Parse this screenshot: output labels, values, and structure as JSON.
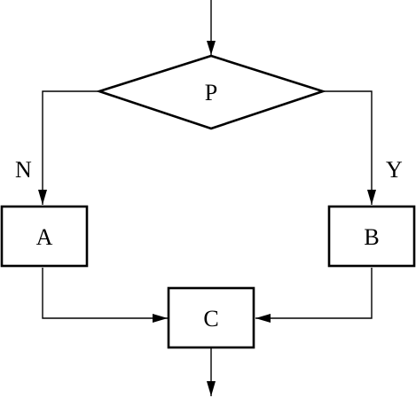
{
  "decision": {
    "label": "P"
  },
  "branches": {
    "no_label": "N",
    "yes_label": "Y"
  },
  "process_a": {
    "label": "A"
  },
  "process_b": {
    "label": "B"
  },
  "process_c": {
    "label": "C"
  },
  "colors": {
    "stroke": "#000000",
    "background": "#ffffff"
  }
}
